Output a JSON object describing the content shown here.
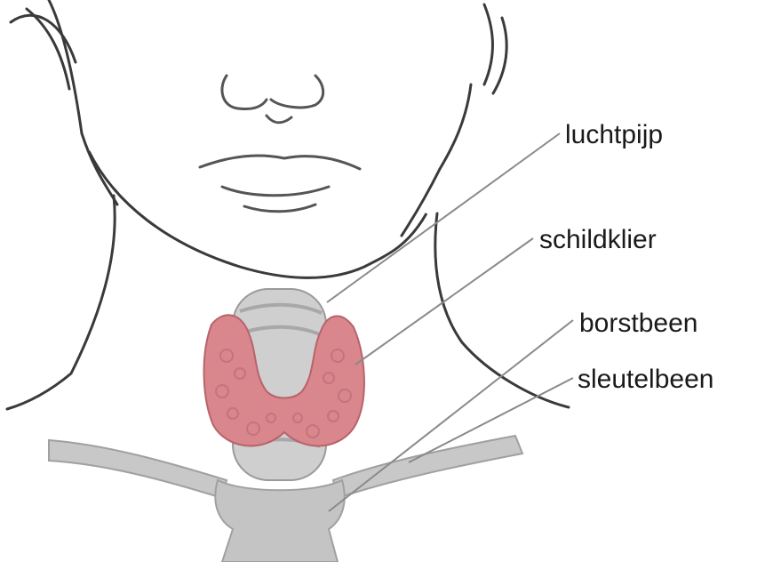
{
  "labels": {
    "trachea": "luchtpijp",
    "thyroid": "schildklier",
    "sternum": "borstbeen",
    "clavicle": "sleutelbeen"
  },
  "colors": {
    "thyroid_fill": "#d9868c",
    "bone_fill": "#c8c8c8",
    "outline": "#3a3a3a",
    "leader_line": "#8a8a8a"
  }
}
